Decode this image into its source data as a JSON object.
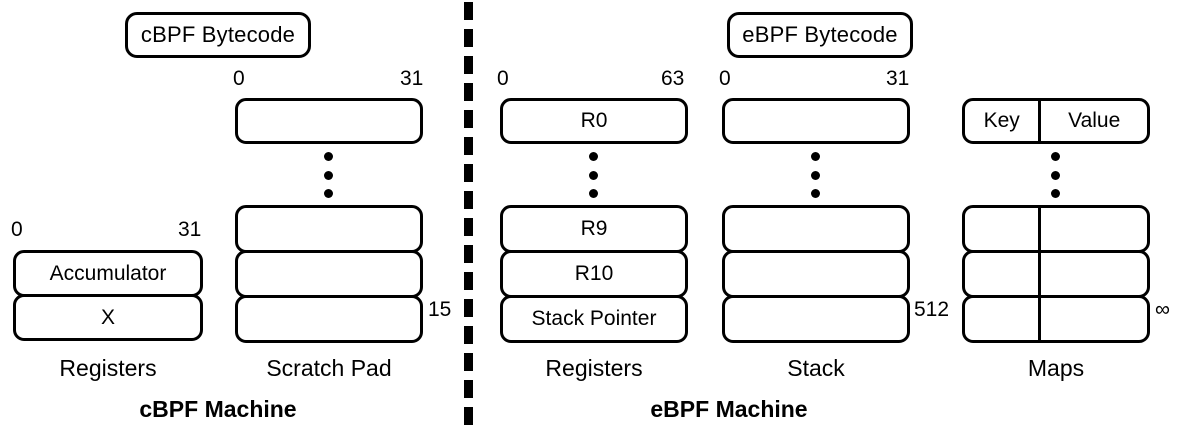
{
  "diagram": {
    "title_left": "cBPF Machine",
    "title_right": "eBPF Machine",
    "divider": "dashed-vertical-divider"
  },
  "left_panel": {
    "bytecode_label": "cBPF Bytecode",
    "columns": [
      {
        "caption": "Registers",
        "bit_start": "0",
        "bit_end": "31",
        "depth_label": "",
        "cells": [
          "Accumulator",
          "X"
        ],
        "has_ellipsis": false
      },
      {
        "caption": "Scratch Pad",
        "bit_start": "0",
        "bit_end": "31",
        "depth_label": "15",
        "cells_top": [
          ""
        ],
        "cells_bottom": [
          "",
          "",
          ""
        ],
        "has_ellipsis": true
      }
    ]
  },
  "right_panel": {
    "bytecode_label": "eBPF Bytecode",
    "columns": [
      {
        "caption": "Registers",
        "bit_start": "0",
        "bit_end": "63",
        "depth_label": "",
        "cells_top": [
          "R0"
        ],
        "cells_bottom": [
          "R9",
          "R10",
          "Stack Pointer"
        ],
        "has_ellipsis": true
      },
      {
        "caption": "Stack",
        "bit_start": "0",
        "bit_end": "31",
        "depth_label": "512",
        "cells_top": [
          ""
        ],
        "cells_bottom": [
          "",
          "",
          ""
        ],
        "has_ellipsis": true
      },
      {
        "caption": "Maps",
        "bit_start": "",
        "bit_end": "",
        "depth_label": "∞",
        "header_key": "Key",
        "header_value": "Value",
        "cells_bottom_count": 3,
        "has_ellipsis": true
      }
    ]
  },
  "colors": {
    "stroke": "#000000",
    "background": "#ffffff"
  }
}
